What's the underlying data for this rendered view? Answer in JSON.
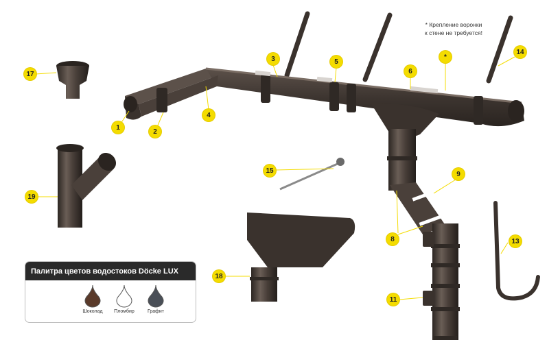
{
  "colors": {
    "gutter": "#4a403a",
    "gutter_dark": "#2f2925",
    "gutter_light": "#6a5e56",
    "callout": "#f4dc00",
    "palette_header": "#2a2a2a"
  },
  "note": {
    "line1": "* Крепление воронки",
    "line2": "к стене не требуется!"
  },
  "callouts": [
    {
      "id": "1",
      "label": "1"
    },
    {
      "id": "2",
      "label": "2"
    },
    {
      "id": "3",
      "label": "3"
    },
    {
      "id": "4",
      "label": "4"
    },
    {
      "id": "5",
      "label": "5"
    },
    {
      "id": "6",
      "label": "6"
    },
    {
      "id": "star",
      "label": "*"
    },
    {
      "id": "14",
      "label": "14"
    },
    {
      "id": "17",
      "label": "17"
    },
    {
      "id": "15",
      "label": "15"
    },
    {
      "id": "9",
      "label": "9"
    },
    {
      "id": "19",
      "label": "19"
    },
    {
      "id": "8",
      "label": "8"
    },
    {
      "id": "13",
      "label": "13"
    },
    {
      "id": "18",
      "label": "18"
    },
    {
      "id": "11",
      "label": "11"
    }
  ],
  "palette": {
    "title": "Палитра цветов водостоков Döcke LUX",
    "swatches": [
      {
        "label": "Шоколад",
        "color": "#5a3a2a"
      },
      {
        "label": "Пломбир",
        "color": "#ffffff"
      },
      {
        "label": "Графит",
        "color": "#4a4f57"
      }
    ]
  }
}
